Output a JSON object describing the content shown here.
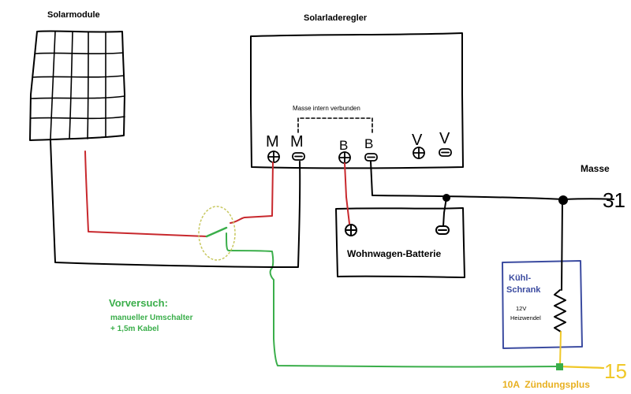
{
  "labels": {
    "solar_modules": "Solarmodule",
    "charge_controller": "Solarladeregler",
    "ground_internal": "Masse intern verbunden",
    "terminal_m_plus": "M",
    "terminal_m_minus": "M",
    "terminal_b_plus": "B",
    "terminal_b_minus": "B",
    "terminal_v_plus": "V",
    "terminal_v_minus": "V",
    "ground": "Masse",
    "ground_number": "31",
    "battery": "Wohnwagen-Batterie",
    "fridge_line1": "Kühl-",
    "fridge_line2": "Schrank",
    "heater_line1": "12V",
    "heater_line2": "Heizwendel",
    "ignition_number": "15",
    "ignition_label": "10A  Zündungsplus",
    "trial_title": "Vorversuch:",
    "trial_line1": "manueller Umschalter",
    "trial_line2": "+ 1,5m Kabel"
  },
  "colors": {
    "ink": "#000000",
    "positive_wire": "#c8282d",
    "negative_wire": "#000000",
    "test_wire": "#3aae4a",
    "switch_marker": "#c8c860",
    "fridge_box": "#3b4ba0",
    "fridge_text": "#3b4ba0",
    "ignition": "#f0c828",
    "ignition_text": "#e8b020",
    "trial_text": "#3aae4a"
  }
}
